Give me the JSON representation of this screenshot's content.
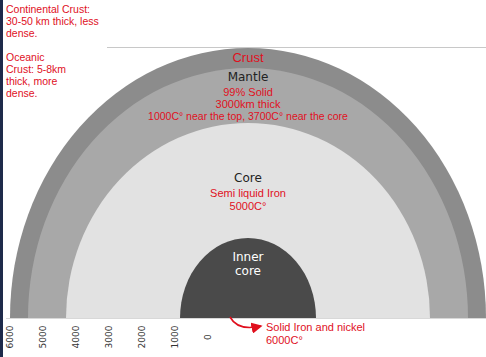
{
  "diagram": {
    "nodes": [
      {
        "text": [
          "Crust"
        ]
      },
      {
        "text": [
          "Mantle",
          "99% Solid",
          "3000km thick",
          "1000C° near the top, 3700C° near the core"
        ],
        "in": 0
      },
      {
        "text": [
          "Core",
          "Semi liquid Iron",
          "5000C°"
        ],
        "in": 1
      },
      {
        "text": [
          "Inner core"
        ],
        "in": 2
      }
    ],
    "labels": [
      "Continental Crust: 30-50 km thick, less dense.",
      "Oceanic Crust: 5-8km thick, more dense.",
      "6000",
      "5000",
      "4000",
      "3000",
      "2000",
      "1000",
      "0",
      "Solid Iron and nickel 6000C°"
    ]
  }
}
